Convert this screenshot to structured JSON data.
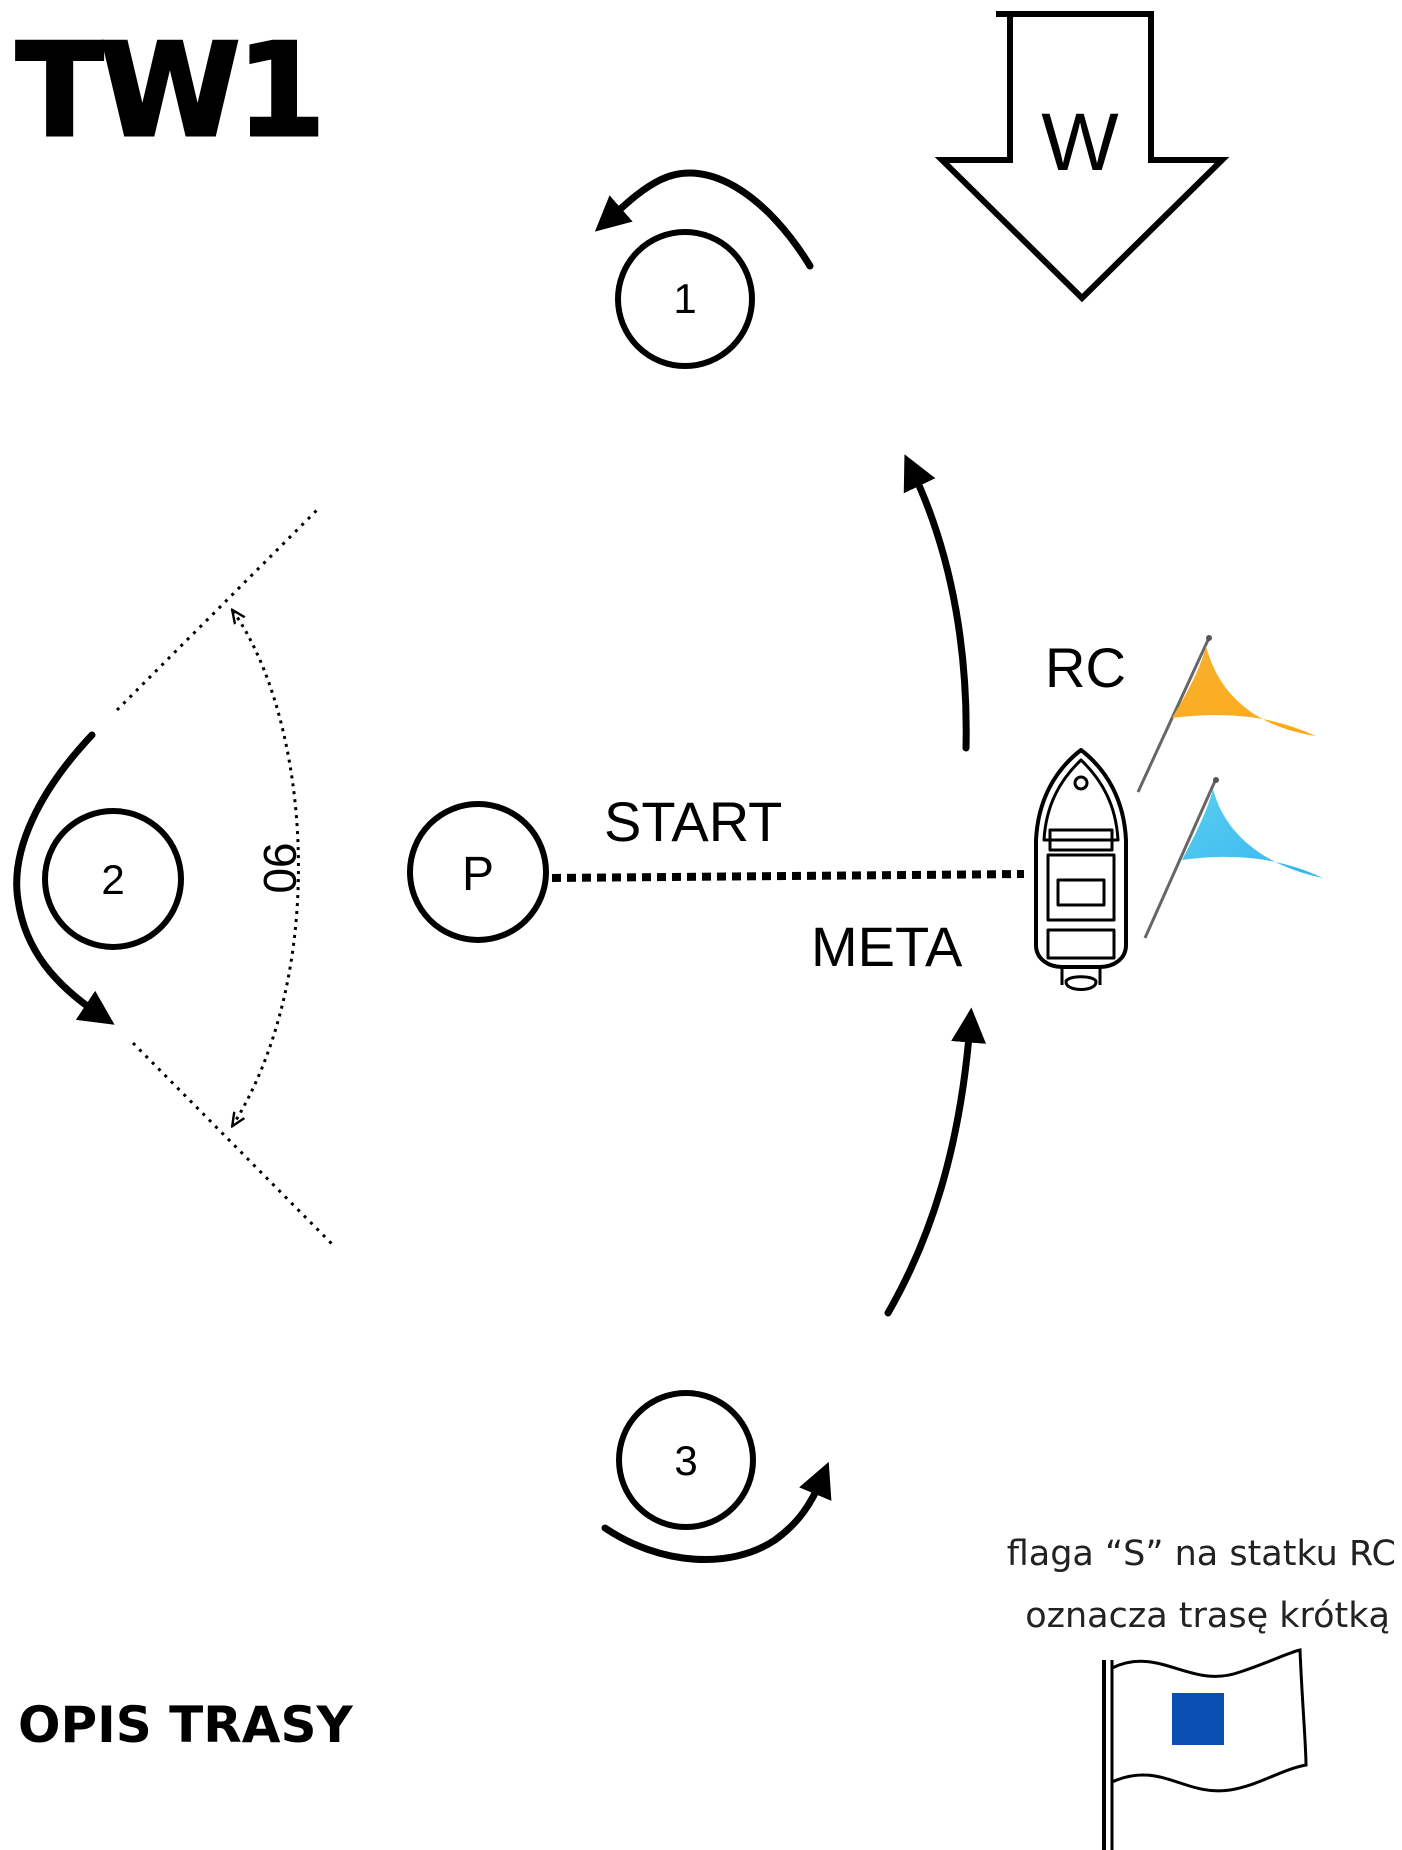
{
  "title": "TW1",
  "wind": {
    "label": "W",
    "icon": "wind-arrow-icon"
  },
  "marks": {
    "mark1": "1",
    "mark2": "2",
    "mark3": "3",
    "pin": "P"
  },
  "angle_label": "90",
  "start_label": "START",
  "finish_label": "META",
  "committee_label": "RC",
  "flags": {
    "orange": "#F7B12E",
    "blue": "#5ACDF2",
    "s_flag_square": "#0B4FB3"
  },
  "note": {
    "line1": "flaga “S” na statku RC",
    "line2": "oznacza trasę krótką"
  },
  "section_heading": "OPIS TRASY"
}
